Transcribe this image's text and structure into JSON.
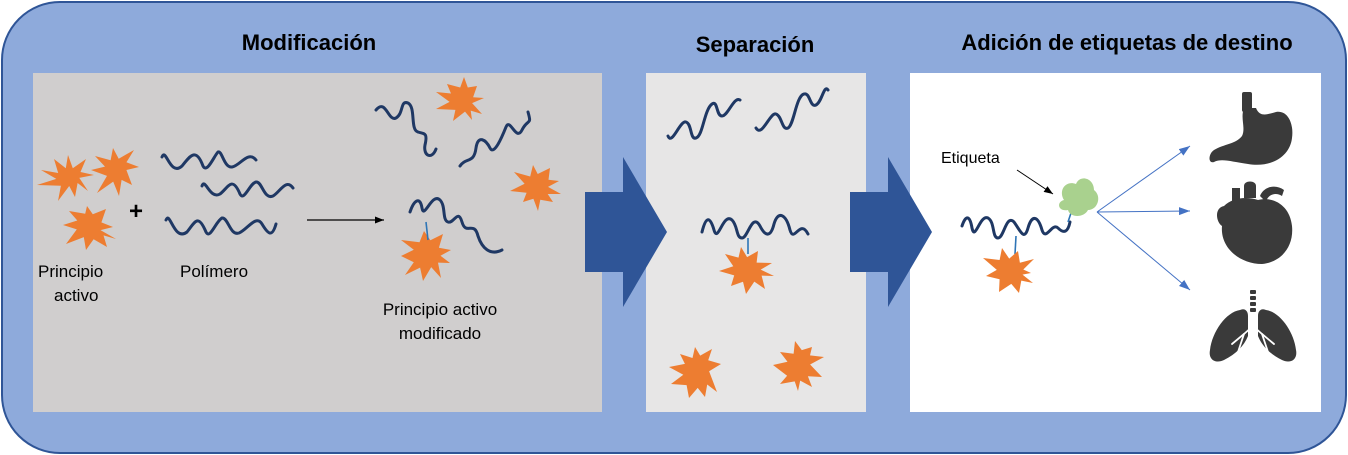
{
  "sections": [
    {
      "title": "Modificación"
    },
    {
      "title": "Separación"
    },
    {
      "title": "Adición de etiquetas de destino"
    }
  ],
  "modification": {
    "plus_sign": "+",
    "active_label_line1": "Principio",
    "active_label_line2": "activo",
    "polymer_label": "Polímero",
    "modified_label_line1": "Principio activo",
    "modified_label_line2": "modificado"
  },
  "targeting": {
    "tag_label": "Etiqueta",
    "organ_icons": [
      "stomach-icon",
      "heart-icon",
      "lungs-icon"
    ]
  },
  "colors": {
    "outer_panel": "#8eaadb",
    "outer_border": "#2f5597",
    "modification_panel": "#d0cece",
    "separation_panel": "#e7e6e6",
    "targeting_panel": "#ffffff",
    "big_arrow": "#2f5597",
    "polymer": "#1f3864",
    "drug_star": "#ed7d31",
    "tag": "#a9d18e",
    "link": "#2e75b6",
    "pointer_arrow": "#4472c4",
    "organ": "#3a3a3a"
  }
}
